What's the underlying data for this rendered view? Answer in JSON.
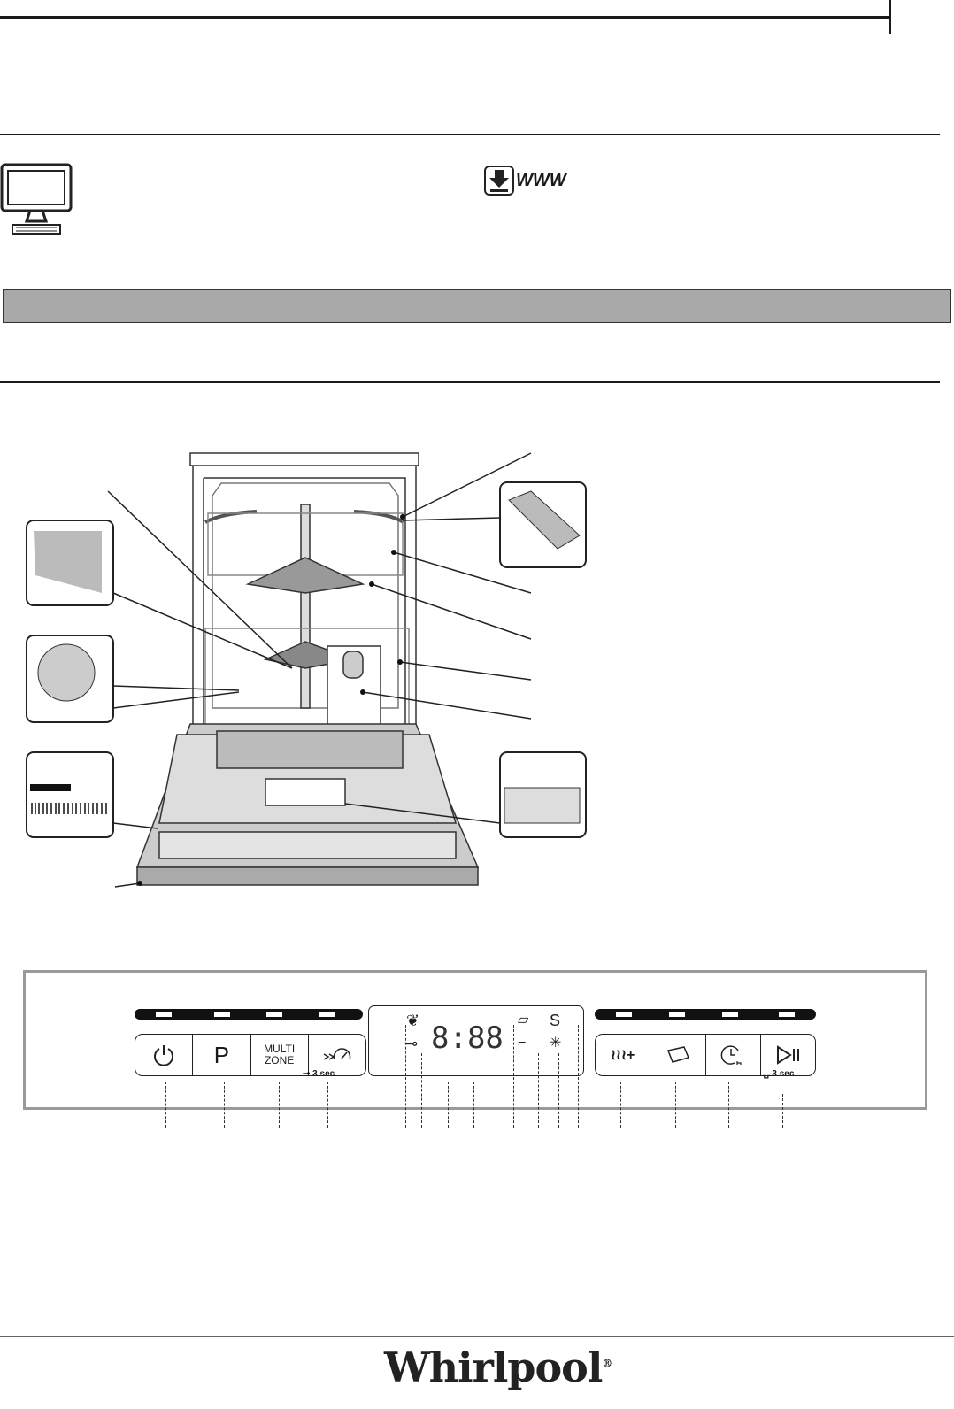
{
  "header": {
    "download_label": "WWW"
  },
  "control_panel": {
    "left_buttons": [
      {
        "icon": "power-icon"
      },
      {
        "label": "P"
      },
      {
        "label_line1": "MULTI",
        "label_line2": "ZONE"
      },
      {
        "icon": "express-icon"
      }
    ],
    "key_lock_hint": "3 sec",
    "display_digits": "8:88",
    "display_icons": [
      "eco-leaf-icon",
      "key-lock-icon",
      "tablet-icon",
      "water-tap-icon",
      "salt-icon",
      "rinse-aid-icon"
    ],
    "right_buttons": [
      {
        "icon": "extra-dry-icon"
      },
      {
        "icon": "tablet-icon"
      },
      {
        "icon": "delay-start-icon"
      },
      {
        "icon": "start-pause-icon"
      }
    ],
    "reset_hint": "3 sec"
  },
  "footer": {
    "brand": "Whirlpool",
    "registered": "®"
  }
}
